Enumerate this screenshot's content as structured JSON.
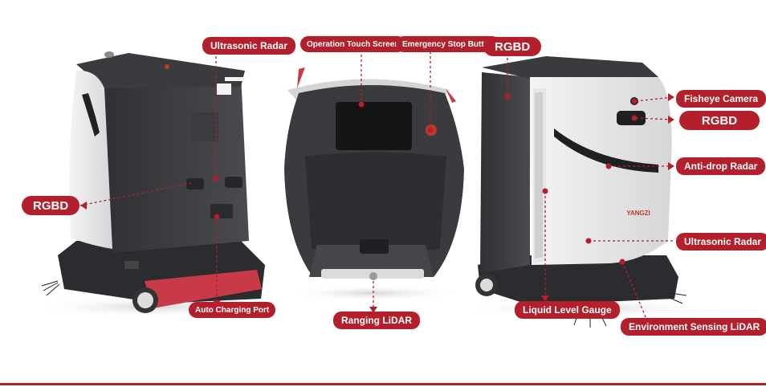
{
  "labels": {
    "ultrasonic_radar_left": "Ultrasonic Radar",
    "rgbd_left": "RGBD",
    "auto_charging_port": "Auto Charging Port",
    "operation_touch_screen": "Operation Touch Screen",
    "emergency_stop_button": "Emergency Stop Button",
    "ranging_lidar": "Ranging LiDAR",
    "rgbd_right_top": "RGBD",
    "fisheye_camera": "Fisheye Camera",
    "rgbd_right": "RGBD",
    "anti_drop_radar": "Anti-drop Radar",
    "ultrasonic_radar_right": "Ultrasonic Radar",
    "liquid_level_gauge": "Liquid Level Gauge",
    "environment_sensing_lidar": "Environment Sensing LiDAR"
  },
  "colors": {
    "accent": "#b3202c",
    "robot_dark": "#3a3b3f",
    "robot_shell": "#e8e8e8",
    "background": "#ffffff"
  }
}
